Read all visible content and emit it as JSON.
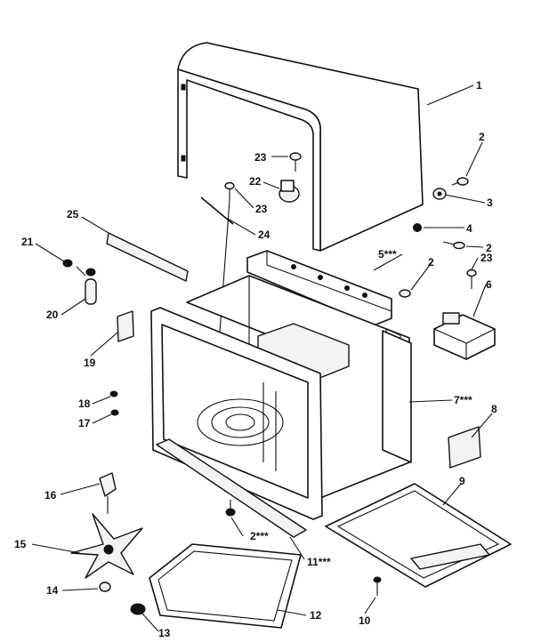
{
  "diagram": {
    "callouts": [
      {
        "id": "c1",
        "text": "1"
      },
      {
        "id": "c2a",
        "text": "2"
      },
      {
        "id": "c3",
        "text": "3"
      },
      {
        "id": "c4",
        "text": "4"
      },
      {
        "id": "c2b",
        "text": "2"
      },
      {
        "id": "c23a",
        "text": "23"
      },
      {
        "id": "c22",
        "text": "22"
      },
      {
        "id": "c23b",
        "text": "23"
      },
      {
        "id": "c24",
        "text": "24"
      },
      {
        "id": "c25",
        "text": "25"
      },
      {
        "id": "c21",
        "text": "21"
      },
      {
        "id": "c5",
        "text": "5***"
      },
      {
        "id": "c2c",
        "text": "2"
      },
      {
        "id": "c23c",
        "text": "23"
      },
      {
        "id": "c6",
        "text": "6"
      },
      {
        "id": "c20",
        "text": "20"
      },
      {
        "id": "c19",
        "text": "19"
      },
      {
        "id": "c18",
        "text": "18"
      },
      {
        "id": "c17",
        "text": "17"
      },
      {
        "id": "c7",
        "text": "7***"
      },
      {
        "id": "c8",
        "text": "8"
      },
      {
        "id": "c16",
        "text": "16"
      },
      {
        "id": "c9",
        "text": "9"
      },
      {
        "id": "c15",
        "text": "15"
      },
      {
        "id": "c2d",
        "text": "2***"
      },
      {
        "id": "c11",
        "text": "11***"
      },
      {
        "id": "c14",
        "text": "14"
      },
      {
        "id": "c12",
        "text": "12"
      },
      {
        "id": "c10",
        "text": "10"
      },
      {
        "id": "c13",
        "text": "13"
      }
    ]
  }
}
